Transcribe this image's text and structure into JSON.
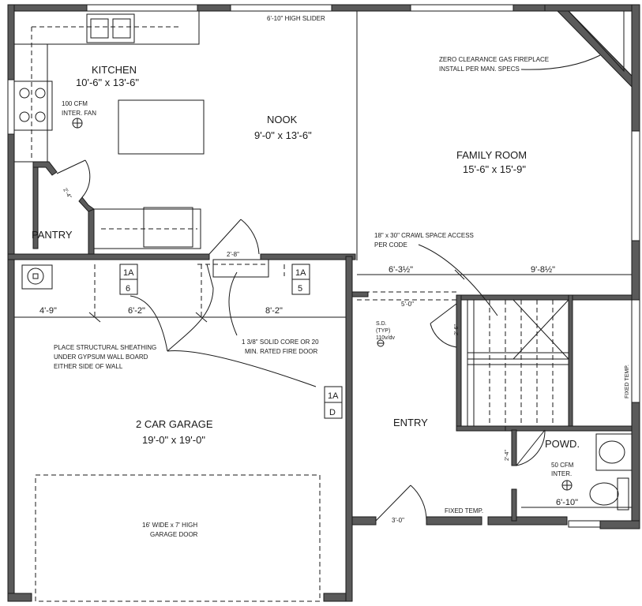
{
  "rooms": {
    "kitchen": {
      "name": "KITCHEN",
      "size": "10'-6\" x 13'-6\""
    },
    "nook": {
      "name": "NOOK",
      "size": "9'-0\" x 13'-6\""
    },
    "family": {
      "name": "FAMILY ROOM",
      "size": "15'-6\" x 15'-9\""
    },
    "pantry": {
      "name": "PANTRY"
    },
    "garage": {
      "name": "2 CAR GARAGE",
      "size": "19'-0\" x 19'-0\""
    },
    "entry": {
      "name": "ENTRY"
    },
    "powder": {
      "name": "POWD."
    }
  },
  "notes": {
    "slider": "6'-10\" HIGH SLIDER",
    "fireplace_1": "ZERO CLEARANCE GAS FIREPLACE",
    "fireplace_2": "INSTALL PER MAN. SPECS",
    "kitchen_fan_1": "100 CFM",
    "kitchen_fan_2": "INTER. FAN",
    "crawl_1": "18\" x 30\" CRAWL SPACE ACCESS",
    "crawl_2": "PER CODE",
    "sheathing_1": "PLACE STRUCTURAL SHEATHING",
    "sheathing_2": "UNDER GYPSUM WALL BOARD",
    "sheathing_3": "EITHER SIDE OF WALL",
    "firedoor_1": "1 3/8\" SOLID CORE OR 20",
    "firedoor_2": "MIN. RATED FIRE DOOR",
    "garage_door_1": "16' WIDE x 7' HIGH",
    "garage_door_2": "GARAGE DOOR",
    "powder_fan_1": "50 CFM",
    "powder_fan_2": "INTER.",
    "fixed_temp_side": "FIXED TEMP.",
    "fixed_temp_bottom": "FIXED TEMP.",
    "smoke_1": "S.D.",
    "smoke_2": "(TYP)",
    "smoke_3": "110v/dv"
  },
  "dimensions": {
    "pantry_door": "2'-4\"",
    "garage_door_opening": "2'-8\"",
    "garage_4_9": "4'-9\"",
    "garage_6_2": "6'-2\"",
    "garage_8_2": "8'-2\"",
    "hall_6_3": "6'-3½\"",
    "hall_9_8": "9'-8½\"",
    "stair_5_0": "5'-0\"",
    "stair_2_6": "2'-6\"",
    "powder_door": "2'-4\"",
    "entry_door": "3'-0\"",
    "powder_width": "6'-10\""
  },
  "tags": {
    "t1": {
      "top": "1A",
      "bottom": "6"
    },
    "t2": {
      "top": "1A",
      "bottom": "5"
    },
    "t3": {
      "top": "1A",
      "bottom": "D"
    }
  }
}
